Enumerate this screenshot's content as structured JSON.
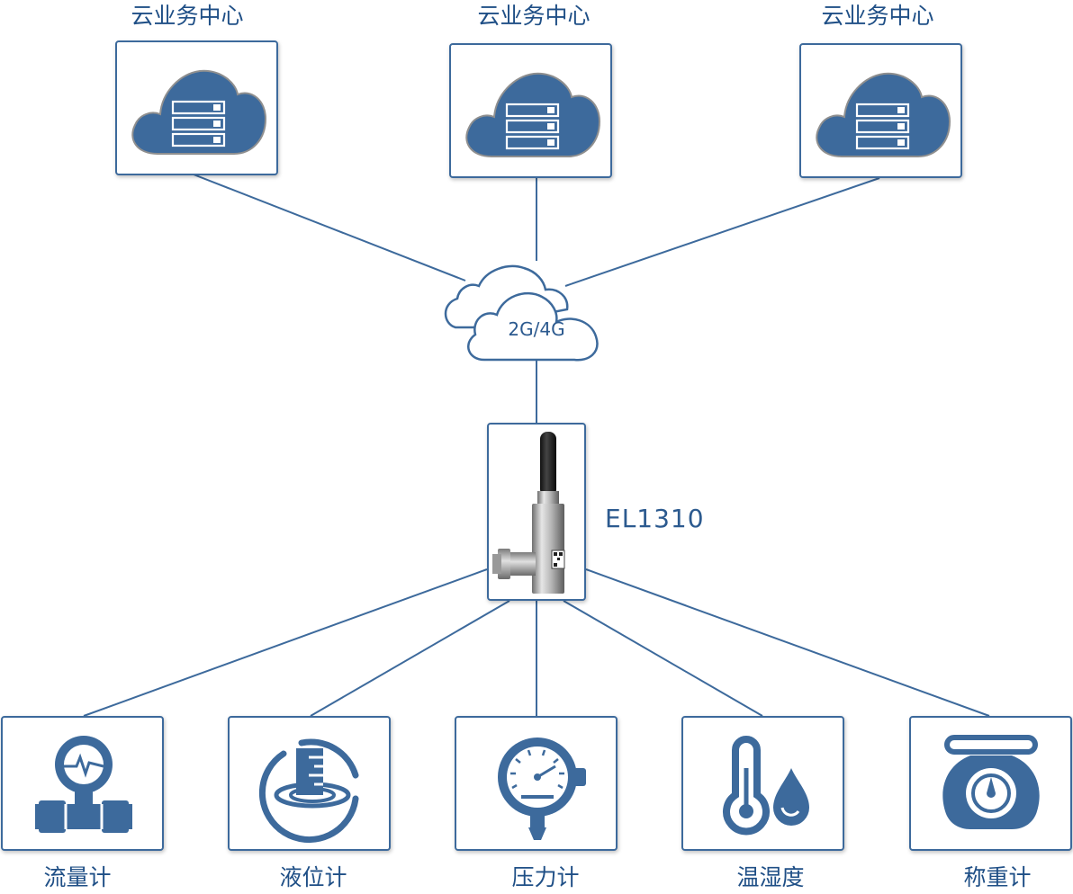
{
  "colors": {
    "primary": "#3d6a9c",
    "line": "#3d6a9c",
    "text": "#1f4f86",
    "cloud_fill": "#3d6a9c"
  },
  "cloud_centers": [
    {
      "name": "云业务中心",
      "icon": "cloud-server-icon"
    },
    {
      "name": "云业务中心",
      "icon": "cloud-server-icon"
    },
    {
      "name": "云业务中心",
      "icon": "cloud-server-icon"
    }
  ],
  "network": {
    "label": "2G/4G",
    "icon": "cloud-outline-icon"
  },
  "device": {
    "label": "EL1310",
    "icon": "pressure-transmitter-icon"
  },
  "sensors": [
    {
      "name": "流量计",
      "icon": "flowmeter-icon"
    },
    {
      "name": "液位计",
      "icon": "level-gauge-icon"
    },
    {
      "name": "压力计",
      "icon": "pressure-gauge-icon"
    },
    {
      "name": "温湿度",
      "icon": "thermometer-droplet-icon"
    },
    {
      "name": "称重计",
      "icon": "weighing-scale-icon"
    }
  ]
}
